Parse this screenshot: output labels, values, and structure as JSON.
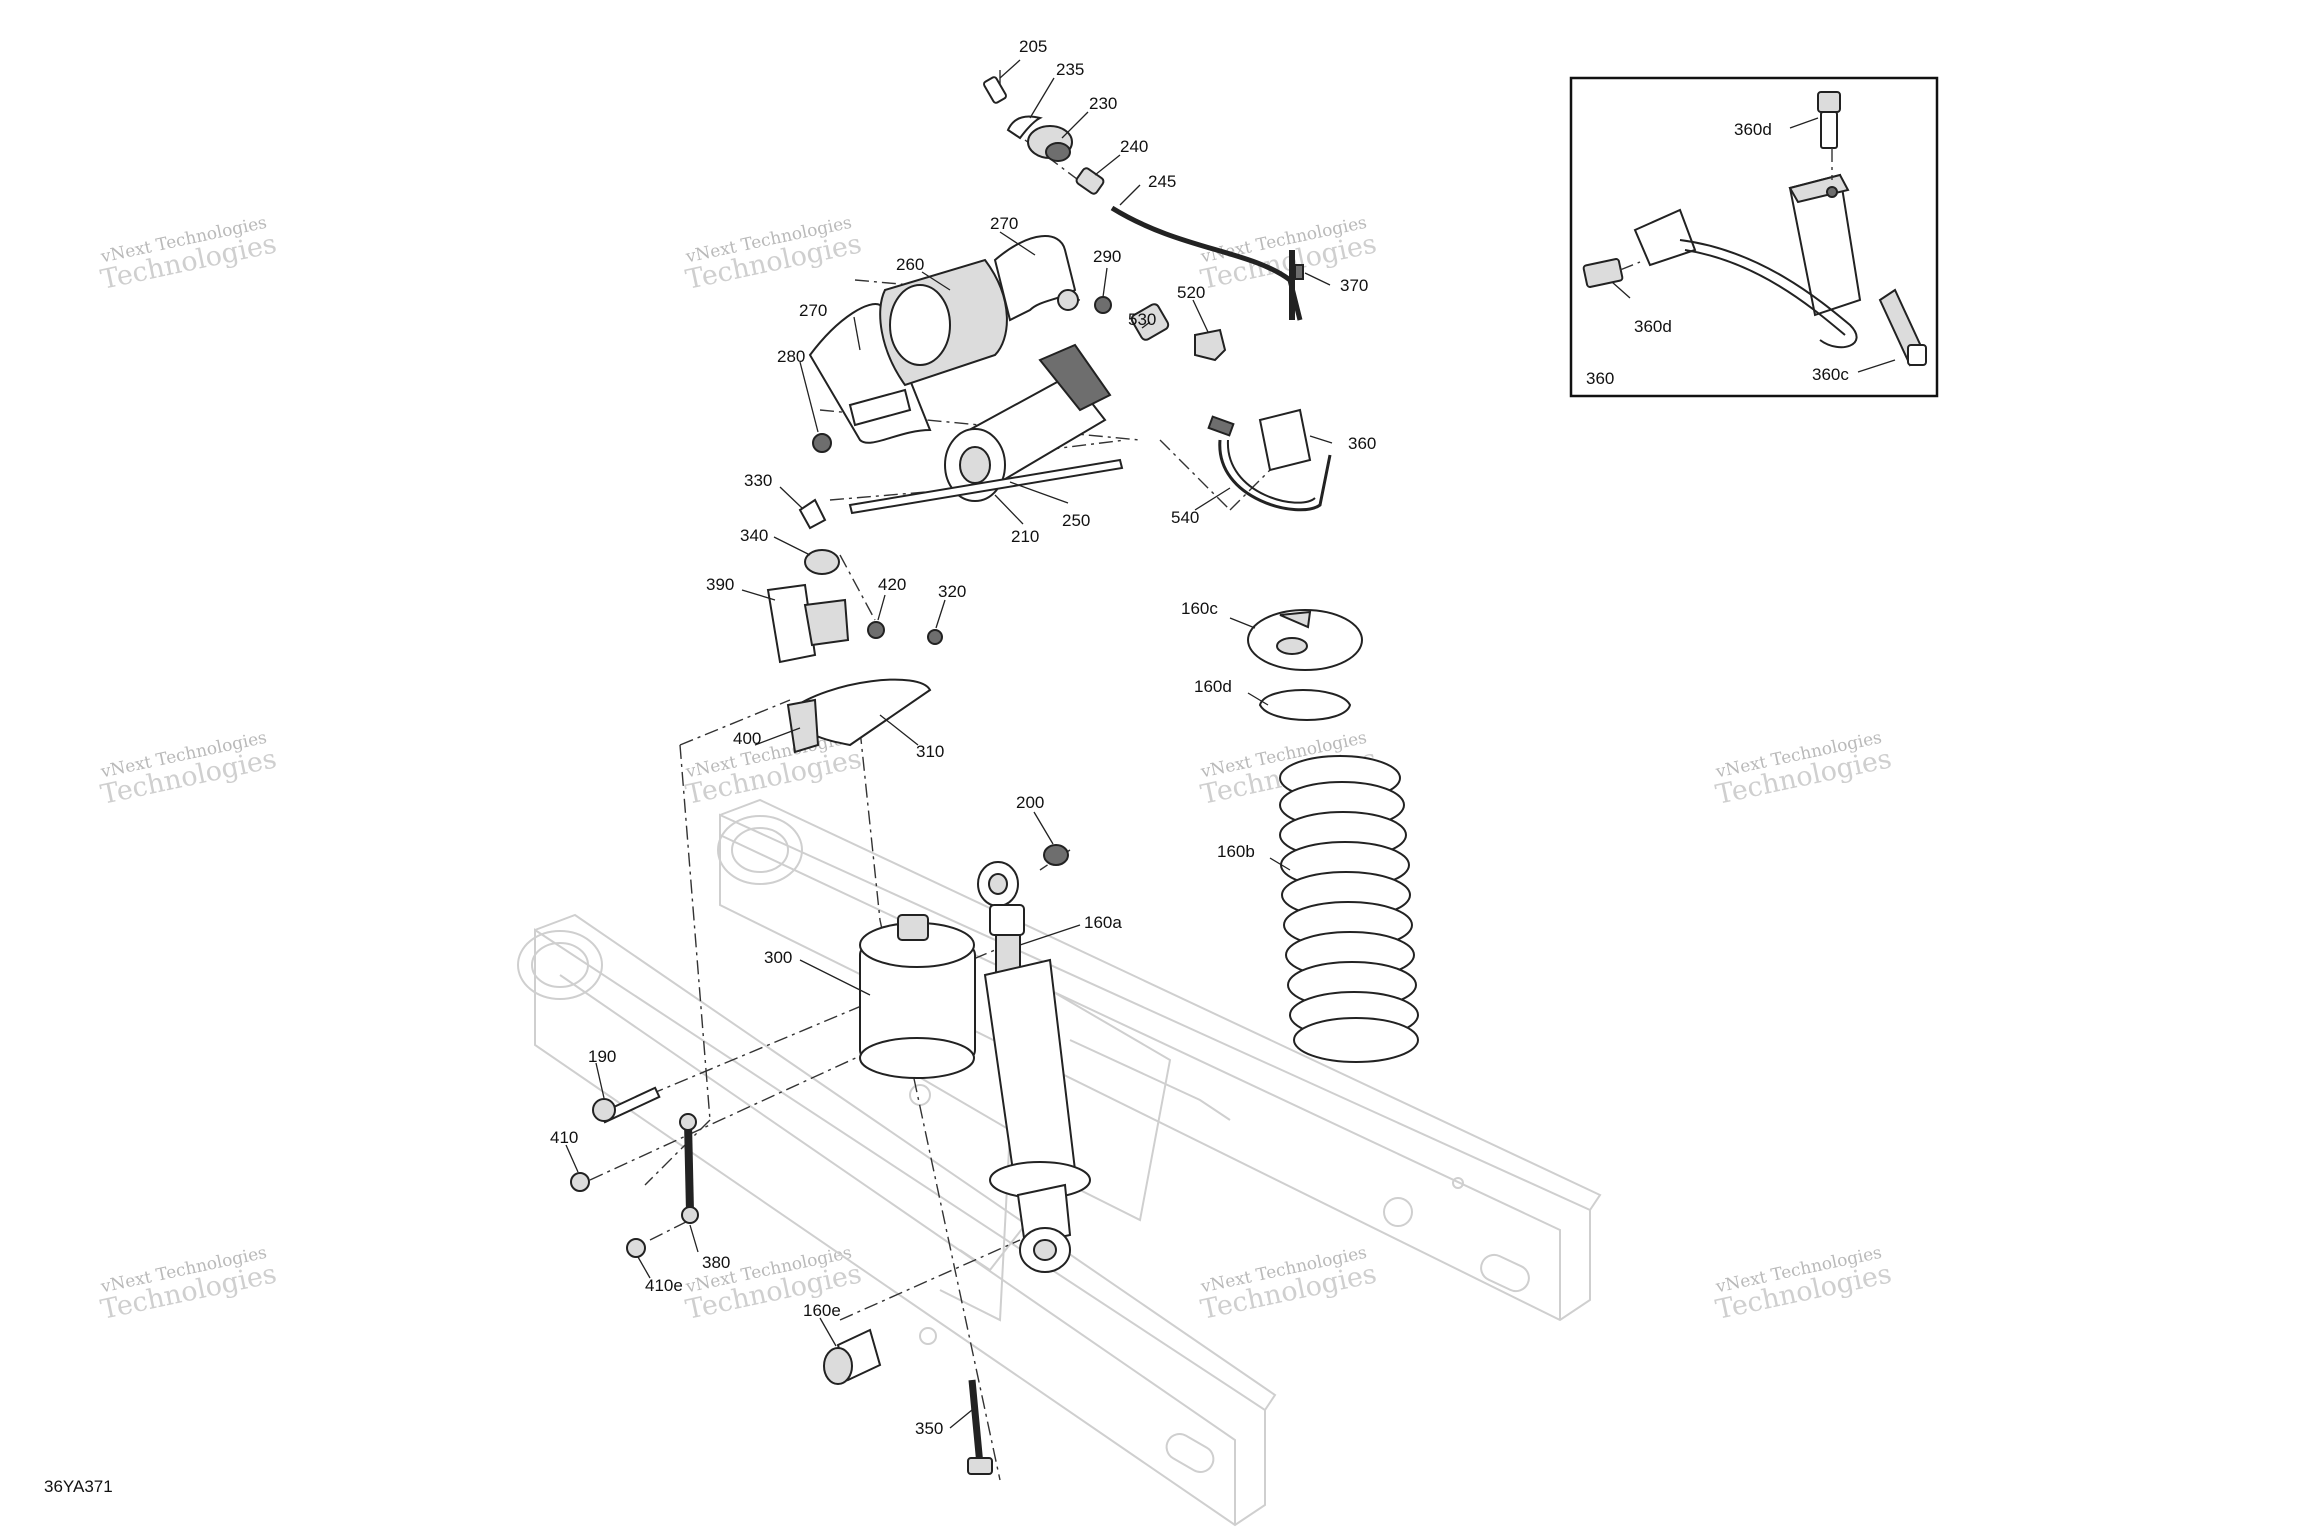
{
  "figure_code": "36YA371",
  "watermark": {
    "line1": "vNext Technologies",
    "line2": "Technologies"
  },
  "parts": [
    {
      "id": "p205",
      "label": "205"
    },
    {
      "id": "p235",
      "label": "235"
    },
    {
      "id": "p230",
      "label": "230"
    },
    {
      "id": "p240",
      "label": "240"
    },
    {
      "id": "p245",
      "label": "245"
    },
    {
      "id": "p270a",
      "label": "270"
    },
    {
      "id": "p260",
      "label": "260"
    },
    {
      "id": "p270b",
      "label": "270"
    },
    {
      "id": "p290",
      "label": "290"
    },
    {
      "id": "p280",
      "label": "280"
    },
    {
      "id": "p370",
      "label": "370"
    },
    {
      "id": "p520",
      "label": "520"
    },
    {
      "id": "p530",
      "label": "530"
    },
    {
      "id": "p360",
      "label": "360"
    },
    {
      "id": "p330",
      "label": "330"
    },
    {
      "id": "p210",
      "label": "210"
    },
    {
      "id": "p250",
      "label": "250"
    },
    {
      "id": "p540",
      "label": "540"
    },
    {
      "id": "p340",
      "label": "340"
    },
    {
      "id": "p390",
      "label": "390"
    },
    {
      "id": "p420",
      "label": "420"
    },
    {
      "id": "p320",
      "label": "320"
    },
    {
      "id": "p160c",
      "label": "160c"
    },
    {
      "id": "p160d",
      "label": "160d"
    },
    {
      "id": "p400",
      "label": "400"
    },
    {
      "id": "p310",
      "label": "310"
    },
    {
      "id": "p200",
      "label": "200"
    },
    {
      "id": "p160b",
      "label": "160b"
    },
    {
      "id": "p160a",
      "label": "160a"
    },
    {
      "id": "p300",
      "label": "300"
    },
    {
      "id": "p190",
      "label": "190"
    },
    {
      "id": "p410",
      "label": "410"
    },
    {
      "id": "p410e",
      "label": "410e"
    },
    {
      "id": "p380",
      "label": "380"
    },
    {
      "id": "p160e",
      "label": "160e"
    },
    {
      "id": "p350",
      "label": "350"
    }
  ],
  "inset": {
    "title": "360",
    "parts": [
      {
        "id": "i360d_top",
        "label": "360d"
      },
      {
        "id": "i360d_left",
        "label": "360d"
      },
      {
        "id": "i360c",
        "label": "360c"
      }
    ]
  }
}
